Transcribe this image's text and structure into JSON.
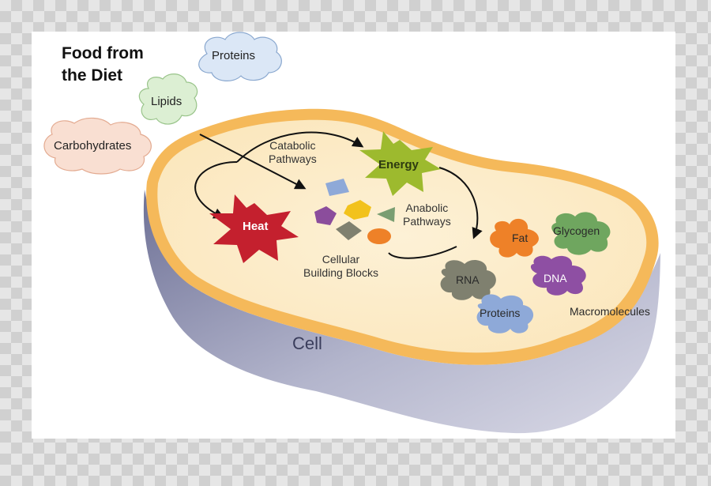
{
  "title": [
    "Food from",
    "the Diet"
  ],
  "food_clouds": {
    "proteins": "Proteins",
    "lipids": "Lipids",
    "carbohydrates": "Carbohydrates"
  },
  "pathways": {
    "catabolic": [
      "Catabolic",
      "Pathways"
    ],
    "anabolic": [
      "Anabolic",
      "Pathways"
    ]
  },
  "stars": {
    "energy": "Energy",
    "heat": "Heat"
  },
  "building_blocks": [
    "Cellular",
    "Building Blocks"
  ],
  "macromolecules": {
    "fat": "Fat",
    "glycogen": "Glycogen",
    "rna": "RNA",
    "dna": "DNA",
    "proteins": "Proteins",
    "group_label": "Macromolecules"
  },
  "cell_label": "Cell",
  "colors": {
    "proteins_cloud": "#dbe7f6",
    "lipids_cloud": "#dcefd3",
    "carbs_cloud": "#f9dfd2",
    "cytoplasm": "#fcebc6",
    "membrane": "#f5b95a",
    "cell_side": "#8a8db0",
    "energy": "#9dba2e",
    "heat": "#c4202e",
    "fat": "#ee8128",
    "glycogen": "#6fa65f",
    "rna": "#7f806f",
    "dna": "#8e4fa3",
    "proteins_blob": "#8ea9d8"
  }
}
